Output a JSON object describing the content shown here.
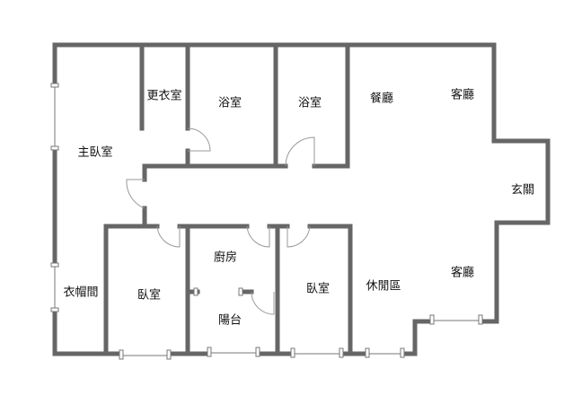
{
  "rooms": {
    "walk_in_closet": "更衣室",
    "bath1": "浴室",
    "bath2": "浴室",
    "dining": "餐廳",
    "living_top": "客廳",
    "master_bedroom": "主臥室",
    "entrance": "玄關",
    "cloakroom": "衣帽間",
    "bedroom1": "臥室",
    "kitchen": "廚房",
    "balcony": "陽台",
    "bedroom2": "臥室",
    "lounge": "休閒區",
    "living_bottom": "客廳"
  },
  "colors": {
    "wall": "#666666",
    "door": "#999999"
  }
}
